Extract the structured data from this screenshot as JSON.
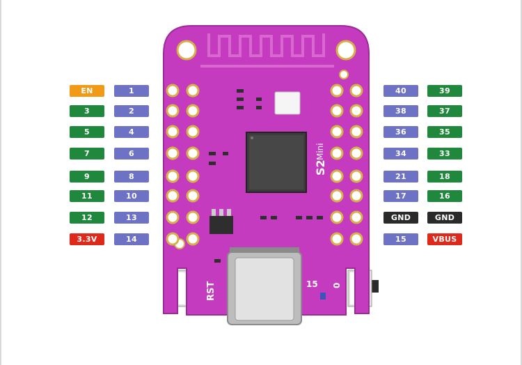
{
  "colors": {
    "board": "#c43bc0",
    "board_edge": "#9c2a98",
    "trace": "#d867cf",
    "orange": "#f19a17",
    "green": "#20883c",
    "purple": "#6e72c4",
    "red": "#df2a1b",
    "black": "#2a2a2a"
  },
  "left_pins": [
    {
      "func": "EN",
      "func_color": "orange",
      "num": "1"
    },
    {
      "func": "3",
      "func_color": "green",
      "num": "2"
    },
    {
      "func": "5",
      "func_color": "green",
      "num": "4"
    },
    {
      "func": "7",
      "func_color": "green",
      "num": "6"
    },
    {
      "func": "9",
      "func_color": "green",
      "num": "8"
    },
    {
      "func": "11",
      "func_color": "green",
      "num": "10"
    },
    {
      "func": "12",
      "func_color": "green",
      "num": "13"
    },
    {
      "func": "3.3V",
      "func_color": "red",
      "num": "14"
    }
  ],
  "right_pins": [
    {
      "num": "40",
      "num_color": "purple",
      "func": "39",
      "func_color": "green"
    },
    {
      "num": "38",
      "num_color": "purple",
      "func": "37",
      "func_color": "green"
    },
    {
      "num": "36",
      "num_color": "purple",
      "func": "35",
      "func_color": "green"
    },
    {
      "num": "34",
      "num_color": "purple",
      "func": "33",
      "func_color": "green"
    },
    {
      "num": "21",
      "num_color": "purple",
      "func": "18",
      "func_color": "green"
    },
    {
      "num": "17",
      "num_color": "purple",
      "func": "16",
      "func_color": "green"
    },
    {
      "num": "GND",
      "num_color": "black",
      "func": "GND",
      "func_color": "black"
    },
    {
      "num": "15",
      "num_color": "purple",
      "func": "VBUS",
      "func_color": "red"
    }
  ],
  "board": {
    "silkscreen_model": "S2",
    "silkscreen_name": "Mini",
    "rst_label": "RST",
    "button_15_label": "15",
    "button_0_label": "0"
  }
}
